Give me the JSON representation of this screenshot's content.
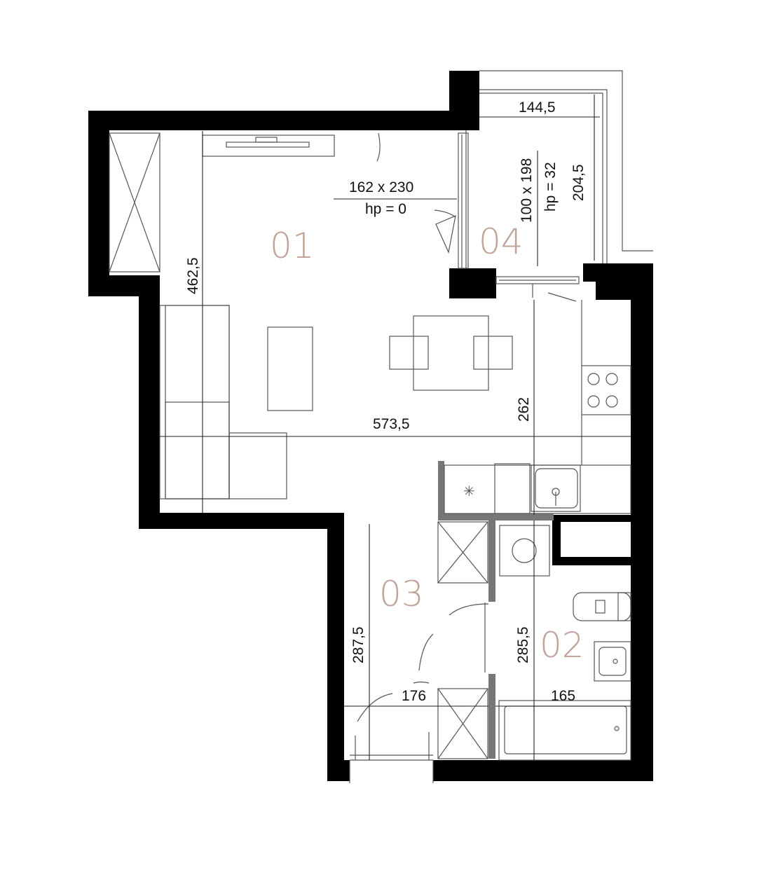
{
  "colors": {
    "wall": "#000000",
    "partition": "#777777",
    "line": "#555555",
    "room_label": "#c0a49a",
    "text": "#111111"
  },
  "rooms": {
    "r01": "01",
    "r02": "02",
    "r03": "03",
    "r04": "04"
  },
  "dimensions": {
    "d_144_5": "144,5",
    "d_204_5": "204,5",
    "d_462_5": "462,5",
    "d_573_5": "573,5",
    "d_262": "262",
    "d_287_5": "287,5",
    "d_285_5": "285,5",
    "d_176": "176",
    "d_165": "165"
  },
  "windows": {
    "w1_size": "162 x 230",
    "w1_hp": "hp = 0",
    "w2_size": "100 x 198",
    "w2_hp": "hp = 32"
  }
}
